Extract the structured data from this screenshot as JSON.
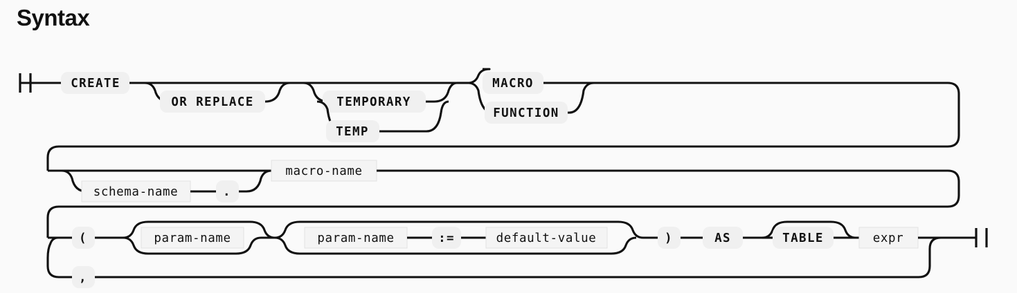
{
  "page": {
    "title": "Syntax",
    "background_color": "#fafafa",
    "line_color": "#111111",
    "terminal_fill": "#f0f0f0",
    "nonterminal_fill": "#f4f4f4",
    "nonterminal_border": "#e2e2e2"
  },
  "diagram": {
    "type": "railroad-syntax-diagram",
    "grammar_rule": "CREATE MACRO",
    "rows": [
      {
        "row": 1,
        "nodes": [
          {
            "id": "start",
            "kind": "start-marker",
            "label": ""
          },
          {
            "id": "create",
            "kind": "terminal",
            "label": "CREATE"
          },
          {
            "id": "or-replace",
            "kind": "terminal",
            "label": "OR REPLACE",
            "optional": true
          },
          {
            "id": "temporary",
            "kind": "terminal",
            "label": "TEMPORARY",
            "optional": true
          },
          {
            "id": "temp",
            "kind": "terminal",
            "label": "TEMP",
            "optional": true
          },
          {
            "id": "macro",
            "kind": "terminal",
            "label": "MACRO"
          },
          {
            "id": "function",
            "kind": "terminal",
            "label": "FUNCTION"
          }
        ]
      },
      {
        "row": 2,
        "nodes": [
          {
            "id": "schema-name",
            "kind": "nonterminal",
            "label": "schema-name",
            "optional": true
          },
          {
            "id": "dot",
            "kind": "terminal",
            "label": ".",
            "optional": true
          },
          {
            "id": "macro-name",
            "kind": "nonterminal",
            "label": "macro-name"
          }
        ]
      },
      {
        "row": 3,
        "nodes": [
          {
            "id": "lparen",
            "kind": "terminal",
            "label": "("
          },
          {
            "id": "comma",
            "kind": "terminal",
            "label": ","
          },
          {
            "id": "param-name-1",
            "kind": "nonterminal",
            "label": "param-name",
            "optional": true
          },
          {
            "id": "param-name-2",
            "kind": "nonterminal",
            "label": "param-name",
            "optional": true
          },
          {
            "id": "assign",
            "kind": "terminal",
            "label": ":="
          },
          {
            "id": "default-value",
            "kind": "nonterminal",
            "label": "default-value"
          },
          {
            "id": "rparen",
            "kind": "terminal",
            "label": ")"
          },
          {
            "id": "as",
            "kind": "terminal",
            "label": "AS"
          },
          {
            "id": "table",
            "kind": "terminal",
            "label": "TABLE",
            "optional": true
          },
          {
            "id": "expr",
            "kind": "nonterminal",
            "label": "expr"
          },
          {
            "id": "end",
            "kind": "end-marker",
            "label": ""
          }
        ]
      }
    ],
    "labels": {
      "create": "CREATE",
      "or_replace": "OR REPLACE",
      "temporary": "TEMPORARY",
      "temp": "TEMP",
      "macro": "MACRO",
      "function": "FUNCTION",
      "schema_name": "schema-name",
      "dot": ".",
      "macro_name": "macro-name",
      "lparen": "(",
      "comma": ",",
      "param_name_1": "param-name",
      "param_name_2": "param-name",
      "assign": ":=",
      "default_value": "default-value",
      "rparen": ")",
      "as": "AS",
      "table": "TABLE",
      "expr": "expr"
    }
  }
}
